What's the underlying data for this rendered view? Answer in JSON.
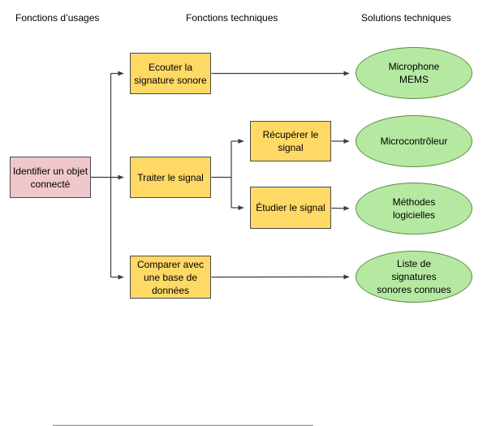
{
  "diagram": {
    "columns": [
      {
        "label": "Fonctions d’usages"
      },
      {
        "label": "Fonctions techniques"
      },
      {
        "label": "Solutions techniques"
      }
    ],
    "nodes": {
      "identify": {
        "label": "Identifier un objet connecté",
        "shape": "rect",
        "role": "usage-function"
      },
      "listen": {
        "label": "Ecouter la signature sonore",
        "shape": "rect",
        "role": "technical-function"
      },
      "process": {
        "label": "Traiter le signal",
        "shape": "rect",
        "role": "technical-function"
      },
      "retrieve": {
        "label": "Récupérer le signal",
        "shape": "rect",
        "role": "technical-function"
      },
      "study": {
        "label": "Étudier le signal",
        "shape": "rect",
        "role": "technical-function"
      },
      "compare": {
        "label": "Comparer avec une base de données",
        "shape": "rect",
        "role": "technical-function"
      },
      "microphone": {
        "label": "Microphone MEMS",
        "shape": "ellipse",
        "role": "technical-solution"
      },
      "microcontroller": {
        "label": "Microcontrôleur",
        "shape": "ellipse",
        "role": "technical-solution"
      },
      "software_methods": {
        "label": "Méthodes logicielles",
        "shape": "ellipse",
        "role": "technical-solution"
      },
      "signature_list": {
        "label": "Liste de signatures sonores connues",
        "shape": "ellipse",
        "role": "technical-solution"
      }
    },
    "edges": [
      {
        "from": "identify",
        "to": "listen"
      },
      {
        "from": "identify",
        "to": "process"
      },
      {
        "from": "identify",
        "to": "compare"
      },
      {
        "from": "process",
        "to": "retrieve"
      },
      {
        "from": "process",
        "to": "study"
      },
      {
        "from": "listen",
        "to": "microphone"
      },
      {
        "from": "retrieve",
        "to": "microcontroller"
      },
      {
        "from": "study",
        "to": "software_methods"
      },
      {
        "from": "compare",
        "to": "signature_list"
      }
    ],
    "colors": {
      "usage_fill": "#F0C7CC",
      "function_fill": "#FFD966",
      "solution_fill": "#B5E8A1",
      "solution_border": "#5C8F45",
      "box_border": "#4A4A4A",
      "line": "#3D3D3D",
      "text": "#000000",
      "background": "#FFFFFF"
    }
  }
}
